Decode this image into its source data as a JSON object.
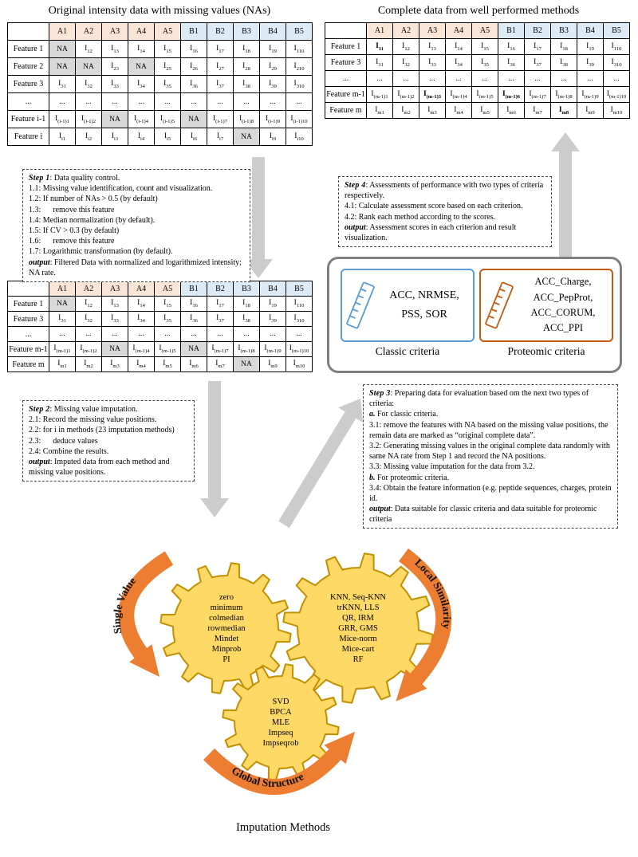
{
  "titles": {
    "left": "Original intensity data with missing values (NAs)",
    "right": "Complete data from well performed methods",
    "caption": "Imputation Methods"
  },
  "colors": {
    "header_a": "#fbe5d6",
    "header_b": "#ddebf7",
    "na_cell": "#d9d9d9",
    "gear_fill": "#ffd966",
    "gear_stroke": "#bf9000",
    "orange_arrow": "#ed7d31",
    "gray_arrow": "#cccccc",
    "classic_blue": "#5b9bd5",
    "proteomic_orange": "#c55a11"
  },
  "tables": {
    "original": {
      "columns": [
        "",
        "A1",
        "A2",
        "A3",
        "A4",
        "A5",
        "B1",
        "B2",
        "B3",
        "B4",
        "B5"
      ],
      "rows": [
        {
          "label": "Feature 1",
          "cells": [
            "NA",
            "I12",
            "I13",
            "I14",
            "I15",
            "I16",
            "I17",
            "I18",
            "I19",
            "I110"
          ]
        },
        {
          "label": "Feature 2",
          "cells": [
            "NA",
            "NA",
            "I23",
            "NA",
            "I25",
            "I26",
            "I27",
            "I28",
            "I29",
            "I210"
          ]
        },
        {
          "label": "Feature 3",
          "cells": [
            "I31",
            "I32",
            "I33",
            "I34",
            "I35",
            "I36",
            "I37",
            "I38",
            "I39",
            "I310"
          ]
        },
        {
          "label": "...",
          "cells": [
            "...",
            "...",
            "...",
            "...",
            "...",
            "...",
            "...",
            "...",
            "...",
            "..."
          ]
        },
        {
          "label": "Feature i-1",
          "cells": [
            "I(i-1)1",
            "I(i-1)2",
            "NA",
            "I(i-1)4",
            "I(i-1)5",
            "NA",
            "I(i-1)7",
            "I(i-1)8",
            "I(i-1)9",
            "I(i-1)10"
          ]
        },
        {
          "label": "Feature i",
          "cells": [
            "Ii1",
            "Ii2",
            "Ii3",
            "Ii4",
            "Ii5",
            "Ii6",
            "Ii7",
            "NA",
            "Ii9",
            "Ii10"
          ]
        }
      ]
    },
    "complete": {
      "columns": [
        "",
        "A1",
        "A2",
        "A3",
        "A4",
        "A5",
        "B1",
        "B2",
        "B3",
        "B4",
        "B5"
      ],
      "rows": [
        {
          "label": "Feature 1",
          "cells": [
            "*I11",
            "I12",
            "I13",
            "I14",
            "I15",
            "I16",
            "I17",
            "I18",
            "I19",
            "I110"
          ]
        },
        {
          "label": "Feature 3",
          "cells": [
            "I31",
            "I32",
            "I33",
            "I34",
            "I35",
            "I36",
            "I37",
            "I38",
            "I39",
            "I310"
          ]
        },
        {
          "label": "...",
          "cells": [
            "...",
            "...",
            "...",
            "...",
            "...",
            "...",
            "...",
            "...",
            "...",
            "..."
          ]
        },
        {
          "label": "Feature m-1",
          "cells": [
            "I(m-1)1",
            "I(m-1)2",
            "*I(m-1)3",
            "I(m-1)4",
            "I(m-1)5",
            "*I(m-1)6",
            "I(m-1)7",
            "I(m-1)8",
            "I(m-1)9",
            "I(m-1)10"
          ]
        },
        {
          "label": "Feature m",
          "cells": [
            "Im1",
            "Im2",
            "Im3",
            "Im4",
            "Im5",
            "Im6",
            "Im7",
            "*Im8",
            "Im9",
            "Im10"
          ]
        }
      ]
    },
    "filtered": {
      "columns": [
        "",
        "A1",
        "A2",
        "A3",
        "A4",
        "A5",
        "B1",
        "B2",
        "B3",
        "B4",
        "B5"
      ],
      "rows": [
        {
          "label": "Feature 1",
          "cells": [
            "NA",
            "I12",
            "I13",
            "I14",
            "I15",
            "I16",
            "I17",
            "I18",
            "I19",
            "I110"
          ]
        },
        {
          "label": "Feature 3",
          "cells": [
            "I31",
            "I32",
            "I33",
            "I34",
            "I35",
            "I36",
            "I37",
            "I38",
            "I39",
            "I310"
          ]
        },
        {
          "label": "...",
          "cells": [
            "...",
            "...",
            "...",
            "...",
            "...",
            "...",
            "...",
            "...",
            "...",
            "..."
          ]
        },
        {
          "label": "Feature m-1",
          "cells": [
            "I(m-1)1",
            "I(m-1)2",
            "NA",
            "I(m-1)4",
            "I(m-1)5",
            "NA",
            "I(m-1)7",
            "I(m-1)8",
            "I(m-1)9",
            "I(m-1)10"
          ]
        },
        {
          "label": "Feature m",
          "cells": [
            "Im1",
            "Im2",
            "Im3",
            "Im4",
            "Im5",
            "Im6",
            "Im7",
            "NA",
            "Im9",
            "Im10"
          ]
        }
      ]
    }
  },
  "steps": {
    "step1": {
      "title": [
        "Step 1",
        ": Data quality control."
      ],
      "lines": [
        [
          "",
          "1.1: Missing value identification, count and visualization."
        ],
        [
          "",
          "1.2: If number of NAs > 0.5 (by default)"
        ],
        [
          "",
          "1.3:      remove this feature"
        ],
        [
          "",
          "1.4: Median normalization (by default)."
        ],
        [
          "",
          "1.5: If CV > 0.3 (by default)"
        ],
        [
          "",
          "1.6:      remove this feature"
        ],
        [
          "",
          "1.7: Logarithmic transformation (by default)."
        ],
        [
          "output",
          ": Filtered Data with normalized and logarithmized intensity; NA rate."
        ]
      ]
    },
    "step2": {
      "title": [
        "Step 2",
        ": Missing value imputation."
      ],
      "lines": [
        [
          "",
          "2.1: Record the missing value positions."
        ],
        [
          "",
          "2.2: for i in methods (23 imputation methods)"
        ],
        [
          "",
          "2.3:      deduce values"
        ],
        [
          "",
          "2.4: Combine the results."
        ],
        [
          "output",
          ": Imputed data from each method and missing value positions."
        ]
      ]
    },
    "step3": {
      "title": [
        "Step 3",
        ": Preparing data for evaluation based om the next two types of criteria:"
      ],
      "lines": [
        [
          "a.",
          " For classic criteria."
        ],
        [
          "",
          "3.1: remove the features with NA based on the missing value positions, the remain data are marked as “original complete data”."
        ],
        [
          "",
          "3.2: Generating missing values in the original complete data randomly with same NA rate from Step 1 and record the NA positions."
        ],
        [
          "",
          "3.3: Missing value imputation for the data from 3.2."
        ],
        [
          "b.",
          " For proteomic criteria."
        ],
        [
          "",
          "3.4: Obtain the feature information (e.g. peptide sequences, charges, protein id."
        ],
        [
          "output",
          ": Data suitable for classic criteria and data suitable for proteomic criteria"
        ]
      ]
    },
    "step4": {
      "title": [
        "Step 4",
        ": Assessments of performance with two types of criteria respectively."
      ],
      "lines": [
        [
          "",
          "4.1: Calculate assessment score based on each criterion."
        ],
        [
          "",
          "4.2: Rank each method according to the scores."
        ],
        [
          "output",
          ": Assessment scores in each criterion and result visualization."
        ]
      ]
    }
  },
  "criteria": {
    "classic": {
      "lines": [
        "ACC, NRMSE,",
        "PSS, SOR"
      ],
      "label": "Classic criteria"
    },
    "proteomic": {
      "lines": [
        "ACC_Charge,",
        "ACC_PepProt,",
        "ACC_CORUM,",
        "ACC_PPI"
      ],
      "label": "Proteomic criteria"
    }
  },
  "gears": {
    "single_value": {
      "label": "Single Value",
      "methods": [
        "zero",
        "minimum",
        "colmedian",
        "rowmedian",
        "Mindet",
        "Minprob",
        "PI"
      ]
    },
    "local_similarity": {
      "label": "Local Similarity",
      "methods": [
        "KNN, Seq-KNN",
        "trKNN, LLS",
        "QR, IRM",
        "GRR, GMS",
        "Mice-norm",
        "Mice-cart",
        "RF"
      ]
    },
    "global_structure": {
      "label": "Global Structure",
      "methods": [
        "SVD",
        "BPCA",
        "MLE",
        "Impseq",
        "Impseqrob"
      ]
    }
  }
}
